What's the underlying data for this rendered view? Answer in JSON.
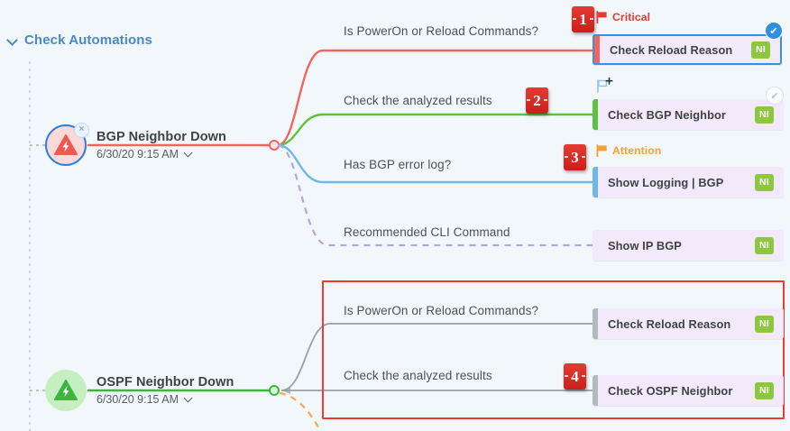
{
  "section": {
    "title": "Check Automations",
    "chevron_icon": "chevron-down-icon"
  },
  "events": [
    {
      "id": "bgp",
      "title": "BGP Neighbor Down",
      "timestamp": "6/30/20 9:15 AM",
      "severity": "critical",
      "icon": "alert-triangle-icon",
      "close_icon": "×",
      "caret_icon": "chevron-down-icon"
    },
    {
      "id": "ospf",
      "title": "OSPF Neighbor Down",
      "timestamp": "6/30/20 9:15 AM",
      "severity": "ok",
      "icon": "alert-triangle-icon",
      "caret_icon": "chevron-down-icon"
    }
  ],
  "branches": [
    {
      "label": "Is PowerOn or Reload Commands?",
      "color": "#f2655f"
    },
    {
      "label": "Check the analyzed results",
      "color": "#5cc23f"
    },
    {
      "label": "Has BGP error log?",
      "color": "#6fb7e8"
    },
    {
      "label": "Recommended CLI Command",
      "color": "#b9a3e0"
    },
    {
      "label": "Is PowerOn or Reload Commands?",
      "color": "#9aa0a6"
    },
    {
      "label": "Check the analyzed results",
      "color": "#9aa0a6"
    }
  ],
  "cards": [
    {
      "label": "Check Reload Reason",
      "badge": "NI",
      "bar_color": "#f2655f",
      "selected": true,
      "check": "filled",
      "check_glyph": "✔",
      "flag": {
        "text": "Critical",
        "icon": "flag-icon",
        "color": "#e8392f"
      }
    },
    {
      "label": "Check BGP Neighbor",
      "badge": "NI",
      "bar_color": "#5cc23f",
      "selected": false,
      "check": "outline",
      "check_glyph": "✔",
      "flag": {
        "text": "",
        "icon": "add-flag-icon",
        "color": "#8fc4ea"
      }
    },
    {
      "label": "Show Logging | BGP",
      "badge": "NI",
      "bar_color": "#6fb7e8",
      "selected": false,
      "check": "none",
      "flag": {
        "text": "Attention",
        "icon": "flag-icon",
        "color": "#f7a033"
      }
    },
    {
      "label": "Show IP BGP",
      "badge": "NI",
      "bar_color": "transparent",
      "selected": false,
      "check": "none",
      "flag": null
    },
    {
      "label": "Check Reload Reason",
      "badge": "NI",
      "bar_color": "#b4b9bd",
      "selected": false,
      "check": "none",
      "flag": null
    },
    {
      "label": "Check OSPF Neighbor",
      "badge": "NI",
      "bar_color": "#b4b9bd",
      "selected": false,
      "check": "none",
      "flag": null
    }
  ],
  "steps": [
    {
      "number": "1"
    },
    {
      "number": "2"
    },
    {
      "number": "3"
    },
    {
      "number": "4"
    }
  ],
  "colors": {
    "background": "#f2f7fb",
    "card_fill": "#f2e9fa",
    "badge_green": "#8dc63f",
    "accent_blue": "#3b8fe0",
    "highlight_red": "#ef3b30",
    "header_blue": "#4a89c8"
  }
}
